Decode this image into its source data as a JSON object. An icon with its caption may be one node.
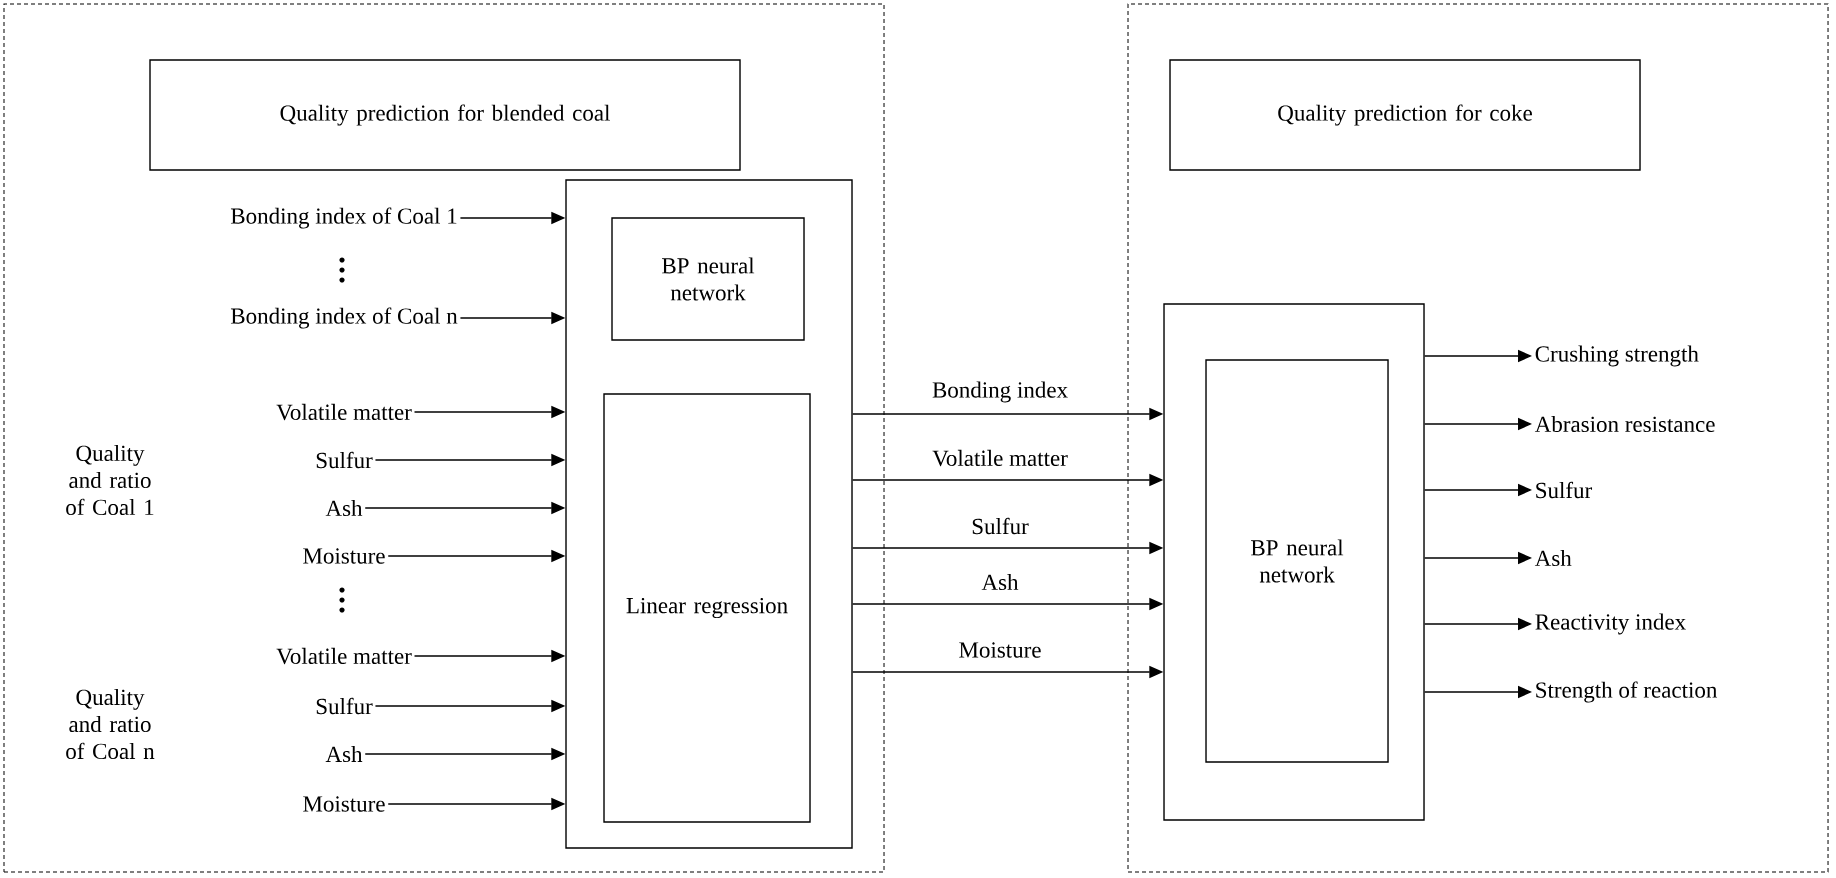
{
  "diagram": {
    "nodes": [
      {
        "text": [],
        "shape": "box"
      },
      {
        "text": [
          "Quality prediction for blended coal"
        ],
        "in": 0
      },
      {
        "text": [],
        "shape": "box",
        "in": 0
      },
      {
        "text": [
          "BP neural network"
        ],
        "in": 2
      },
      {
        "text": [
          "Linear regression"
        ],
        "in": 2
      },
      {
        "text": [
          "Bonding index of Coal 1"
        ],
        "in": 0
      },
      {
        "text": [
          "Bonding index of Coal n"
        ],
        "in": 0
      },
      {
        "text": [
          "Volatile matter"
        ],
        "in": 0
      },
      {
        "text": [
          "Sulfur"
        ],
        "in": 0
      },
      {
        "text": [
          "Ash"
        ],
        "in": 0
      },
      {
        "text": [
          "Moisture"
        ],
        "in": 0
      },
      {
        "text": [
          "Volatile matter"
        ],
        "in": 0
      },
      {
        "text": [
          "Sulfur"
        ],
        "in": 0
      },
      {
        "text": [
          "Ash"
        ],
        "in": 0
      },
      {
        "text": [
          "Moisture"
        ],
        "in": 0
      },
      {
        "text": [],
        "shape": "box"
      },
      {
        "text": [
          "Quality prediction for coke"
        ],
        "in": 15
      },
      {
        "text": [],
        "shape": "box",
        "in": 15
      },
      {
        "text": [
          "BP neural network"
        ],
        "in": 17
      },
      {
        "text": [
          "Crushing strength"
        ],
        "in": 15
      },
      {
        "text": [
          "Abrasion resistance"
        ],
        "in": 15
      },
      {
        "text": [
          "Sulfur"
        ],
        "in": 15
      },
      {
        "text": [
          "Ash"
        ],
        "in": 15
      },
      {
        "text": [
          "Reactivity index"
        ],
        "in": 15
      },
      {
        "text": [
          "Strength of reaction"
        ],
        "in": 15
      }
    ],
    "edges": [
      {
        "from": 5,
        "to": 2,
        "arrow": "to"
      },
      {
        "from": 6,
        "to": 2,
        "arrow": "to"
      },
      {
        "from": 7,
        "to": 2,
        "arrow": "to"
      },
      {
        "from": 8,
        "to": 2,
        "arrow": "to"
      },
      {
        "from": 9,
        "to": 2,
        "arrow": "to"
      },
      {
        "from": 10,
        "to": 2,
        "arrow": "to"
      },
      {
        "from": 11,
        "to": 2,
        "arrow": "to"
      },
      {
        "from": 12,
        "to": 2,
        "arrow": "to"
      },
      {
        "from": 13,
        "to": 2,
        "arrow": "to"
      },
      {
        "from": 14,
        "to": 2,
        "arrow": "to"
      },
      {
        "from": 2,
        "to": 17,
        "arrow": "to",
        "label": "Bonding index"
      },
      {
        "from": 2,
        "to": 17,
        "arrow": "to",
        "label": "Volatile matter"
      },
      {
        "from": 2,
        "to": 17,
        "arrow": "to",
        "label": "Sulfur"
      },
      {
        "from": 2,
        "to": 17,
        "arrow": "to",
        "label": "Ash"
      },
      {
        "from": 2,
        "to": 17,
        "arrow": "to",
        "label": "Moisture"
      },
      {
        "from": 17,
        "to": 19,
        "arrow": "to"
      },
      {
        "from": 17,
        "to": 20,
        "arrow": "to"
      },
      {
        "from": 17,
        "to": 21,
        "arrow": "to"
      },
      {
        "from": 17,
        "to": 22,
        "arrow": "to"
      },
      {
        "from": 17,
        "to": 23,
        "arrow": "to"
      },
      {
        "from": 17,
        "to": 24,
        "arrow": "to"
      }
    ],
    "labels": [
      "Quality and ratio of Coal 1",
      "Quality and ratio of Coal n"
    ]
  }
}
